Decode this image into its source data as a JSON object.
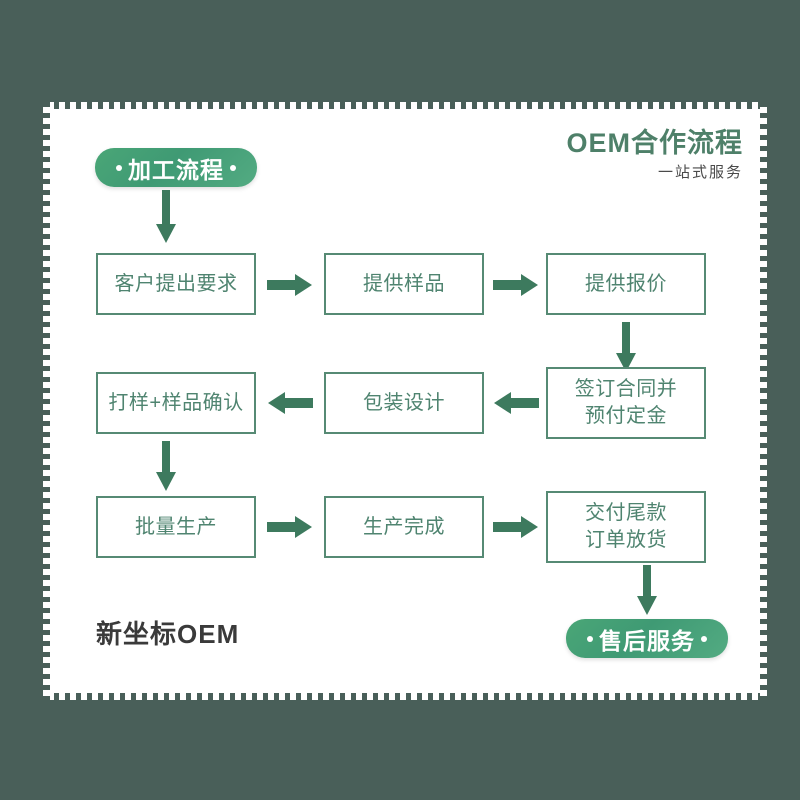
{
  "background_color": "#495f59",
  "card": {
    "background": "#ffffff",
    "edge_style": "scalloped-stamp"
  },
  "header": {
    "title": "OEM合作流程",
    "subtitle": "一站式服务",
    "title_color": "#4e8069",
    "subtitle_color": "#4a4a4a"
  },
  "badges": {
    "process": {
      "label": "加工流程",
      "color": "#47a177"
    },
    "after_sales": {
      "label": "售后服务",
      "color": "#47a177"
    }
  },
  "flow": {
    "accent_color": "#568a74",
    "text_color": "#4f8470",
    "arrow_color": "#3d7a5e",
    "rows": [
      {
        "direction": "right",
        "steps": [
          {
            "label": "客户提出要求"
          },
          {
            "label": "提供样品"
          },
          {
            "label": "提供报价"
          }
        ]
      },
      {
        "direction": "left",
        "steps": [
          {
            "label": "打样+样品确认"
          },
          {
            "label": "包装设计"
          },
          {
            "line1": "签订合同并",
            "line2": "预付定金"
          }
        ]
      },
      {
        "direction": "right",
        "steps": [
          {
            "label": "批量生产"
          },
          {
            "label": "生产完成"
          },
          {
            "line1": "交付尾款",
            "line2": "订单放货"
          }
        ]
      }
    ]
  },
  "footer": {
    "brand": "新坐标OEM"
  }
}
